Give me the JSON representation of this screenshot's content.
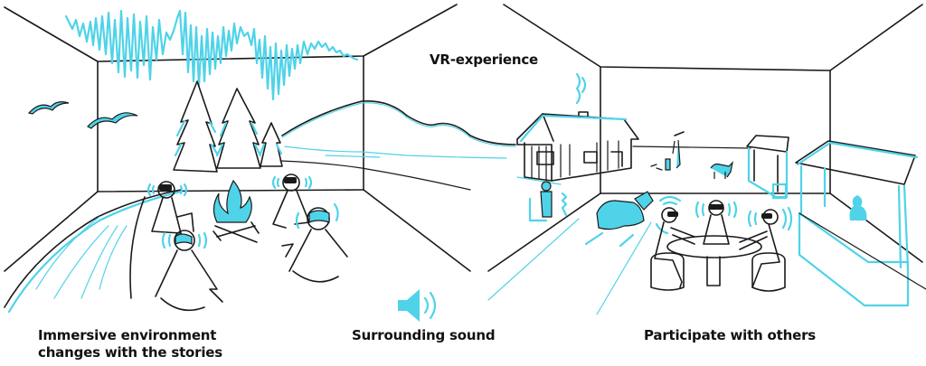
{
  "title": "VR-experience",
  "captions": {
    "left": [
      "Immersive environment",
      "changes with the stories"
    ],
    "center": "Surrounding sound",
    "right": "Participate with others"
  },
  "icons": {
    "speaker": "speaker-sound-icon"
  },
  "colors": {
    "accent": "#4fd3e8",
    "ink": "#1a1a1a",
    "background": "#ffffff"
  },
  "scenes": [
    {
      "name": "campfire-room",
      "description": "Aurora sky, pine trees, mountains, birds, four VR users around a campfire"
    },
    {
      "name": "village-room",
      "description": "Wooden cabin with smoke, person chopping wood, dog, snowmobile, market stalls, three VR users at a table"
    }
  ]
}
